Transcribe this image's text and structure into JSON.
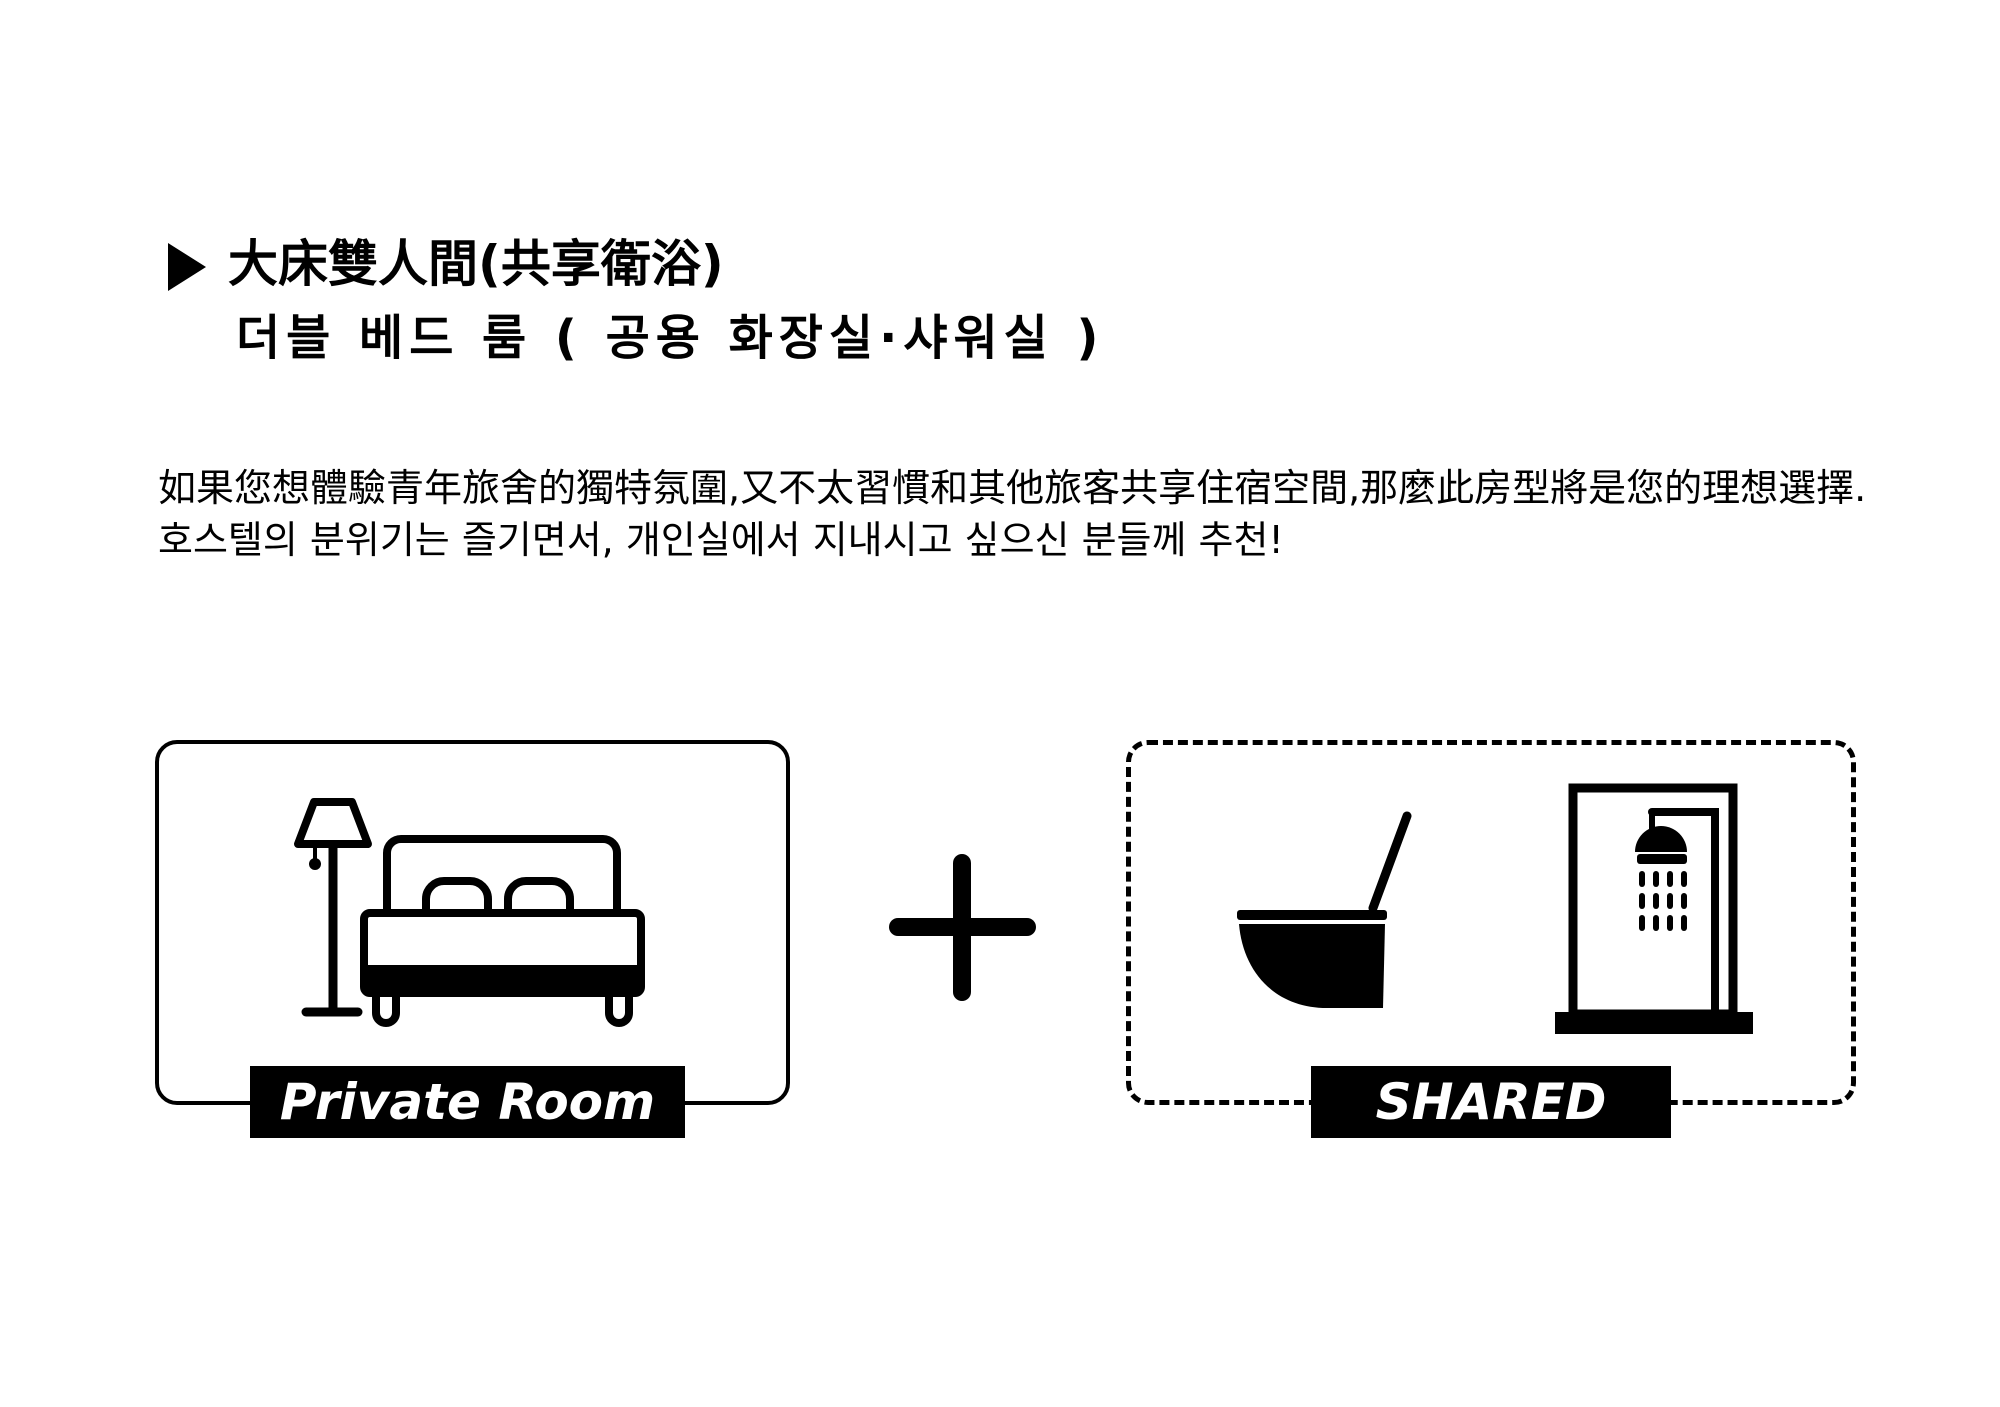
{
  "header": {
    "title_zh": "大床雙人間(共享衛浴)",
    "title_ko": "더블 베드 룸 ( 공용 화장실·샤워실 )"
  },
  "description": {
    "zh": "如果您想體驗青年旅舍的獨特氛圍,又不太習慣和其他旅客共享住宿空間,那麼此房型將是您的理想選擇.",
    "ko": "호스텔의 분위기는 즐기면서, 개인실에서 지내시고 싶으신 분들께 추천!"
  },
  "private_panel": {
    "label": "Private Room",
    "icons": [
      "floor-lamp-icon",
      "double-bed-icon"
    ]
  },
  "shared_panel": {
    "label": "SHARED",
    "icons": [
      "toilet-icon",
      "shower-icon"
    ]
  },
  "connector_icon": "plus-icon"
}
